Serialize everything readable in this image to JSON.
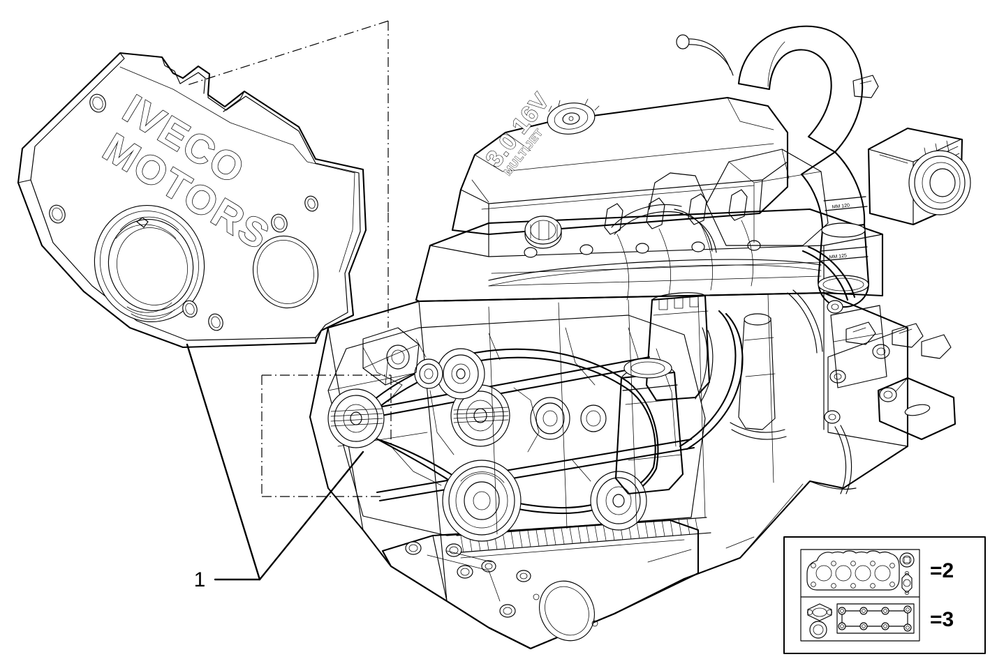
{
  "document": {
    "kind": "technical-parts-illustration",
    "subject": "IVECO MOTORS 3.0 16V diesel engine assembly with front timing cover",
    "background_color": "#ffffff",
    "line_color": "#000000"
  },
  "callouts": [
    {
      "id": "1",
      "label": "1",
      "points_to": "front-timing-cover"
    }
  ],
  "cover": {
    "brand_line_1": "IVECO",
    "brand_line_2": "MOTORS",
    "name": "front-timing-cover"
  },
  "engine": {
    "valve_cover_marking": "3.0 16V",
    "valve_cover_marking_sub": "MULTIJET",
    "hose_marking_1": "MM 120",
    "hose_marking_2": "MM 125"
  },
  "legend": {
    "name": "gasket-set-legend",
    "rows": [
      {
        "label": "=2",
        "item": "cylinder-head-gasket-set"
      },
      {
        "label": "=3",
        "item": "lower-engine-gasket-set"
      }
    ]
  }
}
